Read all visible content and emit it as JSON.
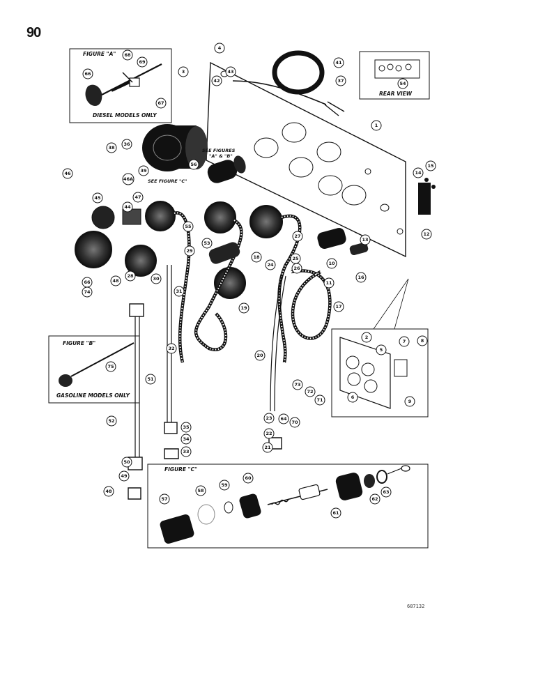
{
  "page_number": "90",
  "drawing_code": "687132",
  "figures": {
    "a_title": "FIGURE \"A\"",
    "a_caption": "DIESEL MODELS ONLY",
    "b_title": "FIGURE \"B\"",
    "b_caption": "GASOLINE MODELS ONLY",
    "c_title": "FIGURE \"C\"",
    "rear_view": "REAR VIEW"
  },
  "references": {
    "see_figures_a_b_line1": "SEE FIGURES",
    "see_figures_a_b_line2": "\"A\" & \"B\"",
    "see_figure_c": "SEE FIGURE \"C\""
  },
  "callouts": [
    "1",
    "2",
    "3",
    "4",
    "5",
    "6",
    "7",
    "8",
    "9",
    "10",
    "11",
    "12",
    "13",
    "14",
    "15",
    "16",
    "17",
    "18",
    "19",
    "20",
    "21",
    "22",
    "23",
    "24",
    "25",
    "26",
    "27",
    "28",
    "29",
    "30",
    "31",
    "32",
    "33",
    "34",
    "35",
    "36",
    "37",
    "38",
    "39",
    "41",
    "42",
    "43",
    "44",
    "45",
    "46",
    "46A",
    "47",
    "48",
    "49",
    "50",
    "51",
    "52",
    "53",
    "54",
    "55",
    "56",
    "57",
    "58",
    "59",
    "60",
    "61",
    "62",
    "63",
    "64",
    "66",
    "67",
    "68",
    "69",
    "70",
    "71",
    "72",
    "73",
    "74",
    "75",
    "48",
    "66"
  ]
}
